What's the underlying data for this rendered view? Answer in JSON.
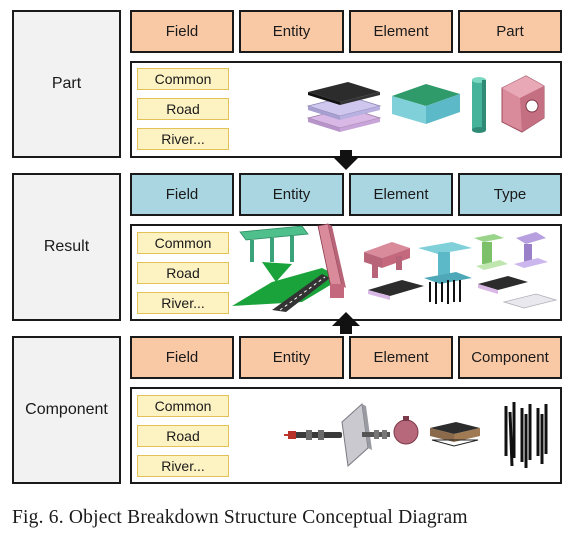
{
  "sections": [
    {
      "label": "Part",
      "header_color": "#f9c9a6",
      "headers": [
        "Field",
        "Entity",
        "Element",
        "Part"
      ],
      "tags": [
        "Common",
        "Road",
        "River..."
      ]
    },
    {
      "label": "Result",
      "header_color": "#a9d6e1",
      "headers": [
        "Field",
        "Entity",
        "Element",
        "Type"
      ],
      "tags": [
        "Common",
        "Road",
        "River..."
      ]
    },
    {
      "label": "Component",
      "header_color": "#f9c9a6",
      "headers": [
        "Field",
        "Entity",
        "Element",
        "Component"
      ],
      "tags": [
        "Common",
        "Road",
        "River..."
      ]
    }
  ],
  "caption": "Fig. 6. Object Breakdown Structure Conceptual Diagram"
}
